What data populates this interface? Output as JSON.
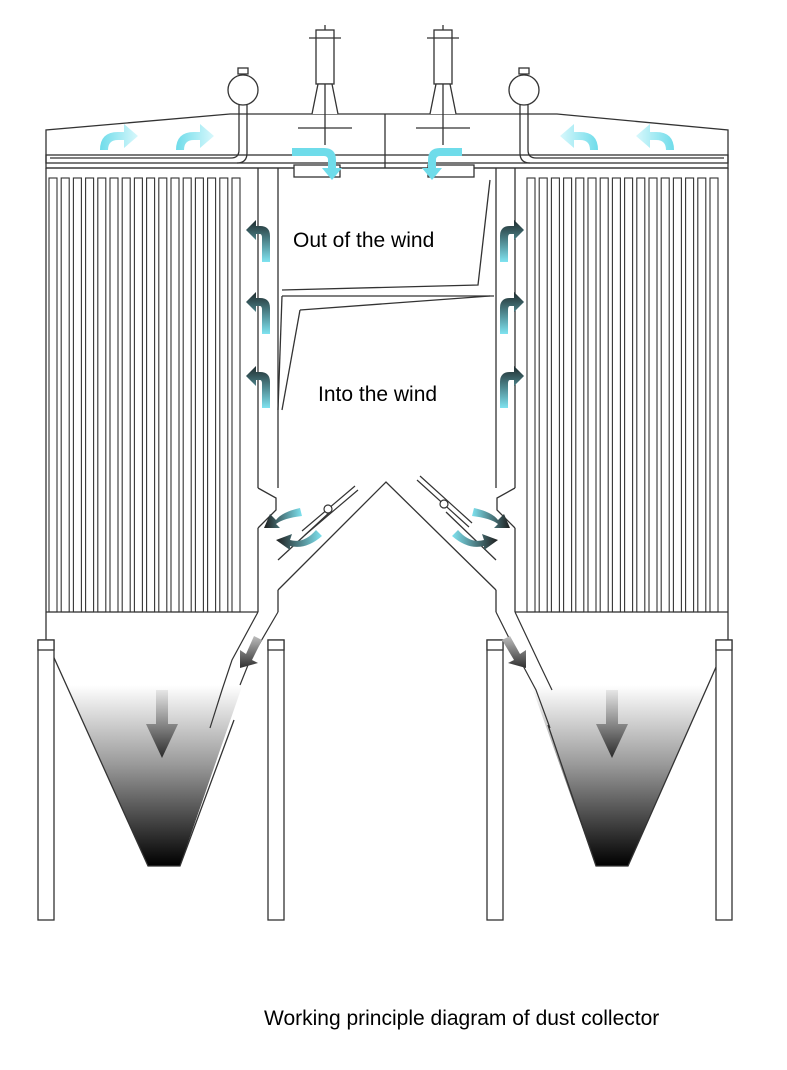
{
  "labels": {
    "outlet": "Out of the wind",
    "inlet": "Into the wind"
  },
  "caption": "Working principle diagram of dust collector",
  "colors": {
    "line": "#333333",
    "clean_air_arrow": "#7fe3f0",
    "dirty_air_arrow": "#2b2b2b",
    "background": "#ffffff"
  }
}
